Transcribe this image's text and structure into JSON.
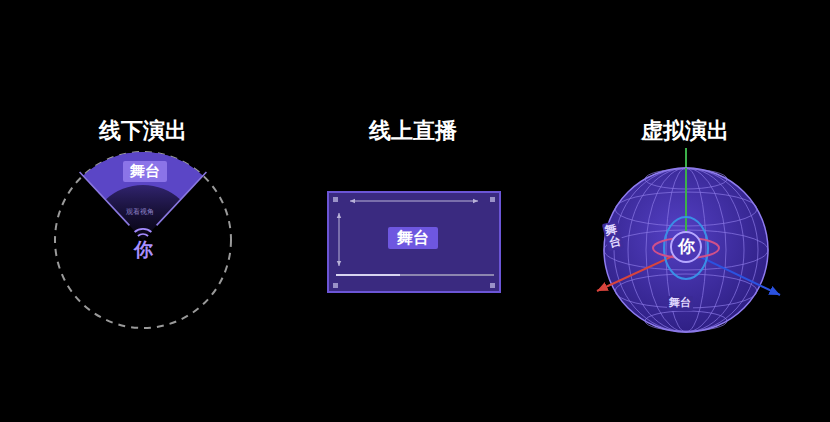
{
  "diagram": {
    "nodes": [
      {
        "text": [
          "舞台"
        ]
      },
      {
        "text": [
          "舞台"
        ]
      },
      {
        "text": [
          "你"
        ]
      }
    ],
    "labels": [
      "线下演出",
      "线上直播",
      "虚拟演出",
      "观看视角",
      "你",
      "舞台",
      "舞台"
    ]
  }
}
